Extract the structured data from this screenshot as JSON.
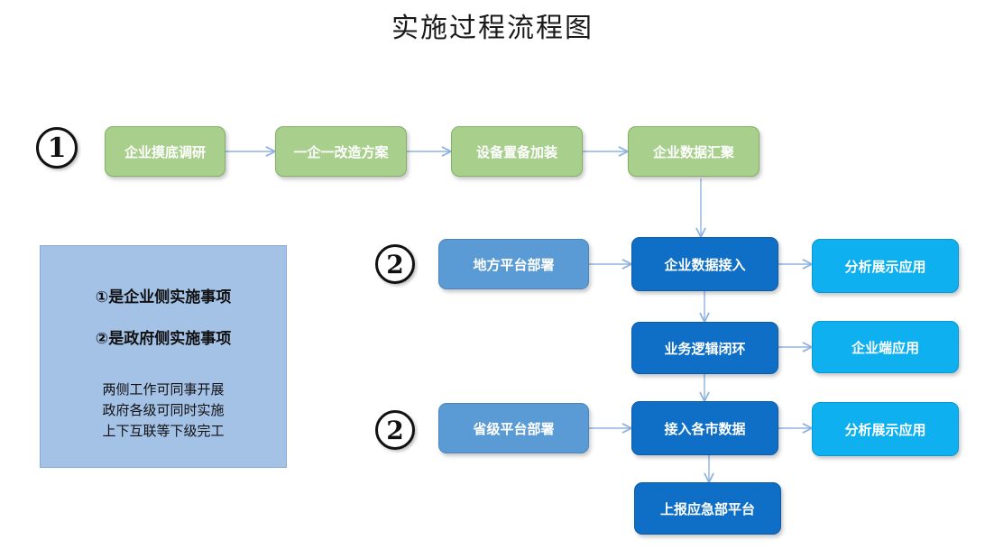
{
  "title": "实施过程流程图",
  "markers": {
    "step1": "1",
    "step2a": "2",
    "step2b": "2"
  },
  "row1": [
    "企业摸底调研",
    "一企一改造方案",
    "设备置备加装",
    "企业数据汇聚"
  ],
  "left_platform_top": "地方平台部署",
  "left_platform_bottom": "省级平台部署",
  "center": [
    "企业数据接入",
    "业务逻辑闭环",
    "接入各市数据",
    "上报应急部平台"
  ],
  "right": [
    "分析展示应用",
    "企业端应用",
    "分析展示应用"
  ],
  "note": {
    "line1": "①是企业侧实施事项",
    "line2": "②是政府侧实施事项",
    "line3": "两侧工作可同事开展",
    "line4": "政府各级可同时实施",
    "line5": "上下互联等下级完工"
  },
  "colors": {
    "green": "#a9cf8d",
    "mid_blue": "#5b9bd5",
    "dark_blue": "#0f6fc6",
    "light_blue": "#0fb0ef",
    "note_bg": "#a4c1e6",
    "arrow": "#8fb3e0"
  }
}
